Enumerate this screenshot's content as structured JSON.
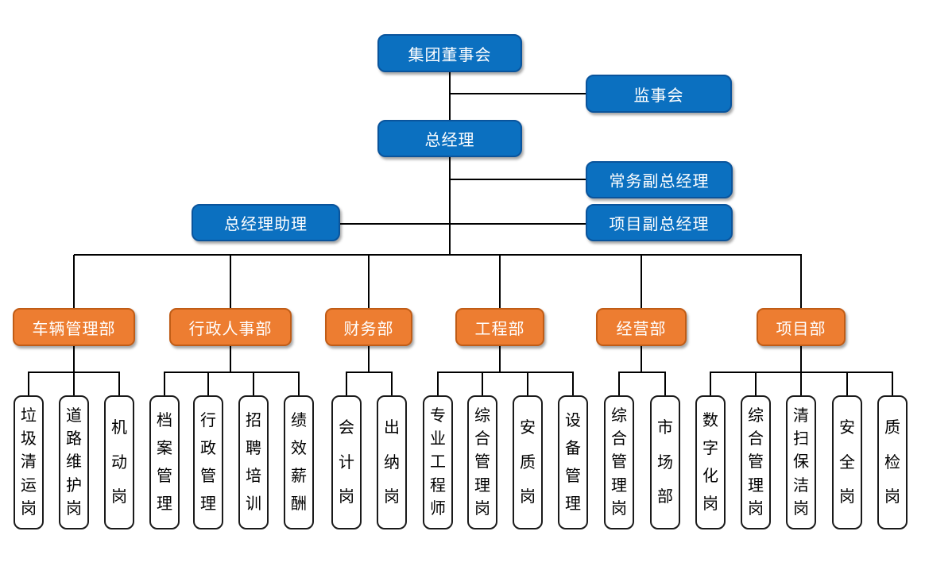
{
  "colors": {
    "executive_box": "#0b70c0",
    "department_box": "#ed7d31",
    "position_box": "#ffffff",
    "connector": "#000000"
  },
  "executives": {
    "board": "集团董事会",
    "supervisory_board": "监事会",
    "general_manager": "总经理",
    "executive_deputy_gm": "常务副总经理",
    "gm_assistant": "总经理助理",
    "project_deputy_gm": "项目副总经理"
  },
  "departments": [
    {
      "label": "车辆管理部",
      "positions": [
        "垃圾清运岗",
        "道路维护岗",
        "机动岗"
      ]
    },
    {
      "label": "行政人事部",
      "positions": [
        "档案管理",
        "行政管理",
        "招聘培训",
        "绩效薪酬"
      ]
    },
    {
      "label": "财务部",
      "positions": [
        "会计岗",
        "出纳岗"
      ]
    },
    {
      "label": "工程部",
      "positions": [
        "专业工程师",
        "综合管理岗",
        "安质岗",
        "设备管理"
      ]
    },
    {
      "label": "经营部",
      "positions": [
        "综合管理岗",
        "市场部"
      ]
    },
    {
      "label": "项目部",
      "positions": [
        "数字化岗",
        "综合管理岗",
        "清扫保洁岗",
        "安全岗",
        "质检岗"
      ]
    }
  ]
}
